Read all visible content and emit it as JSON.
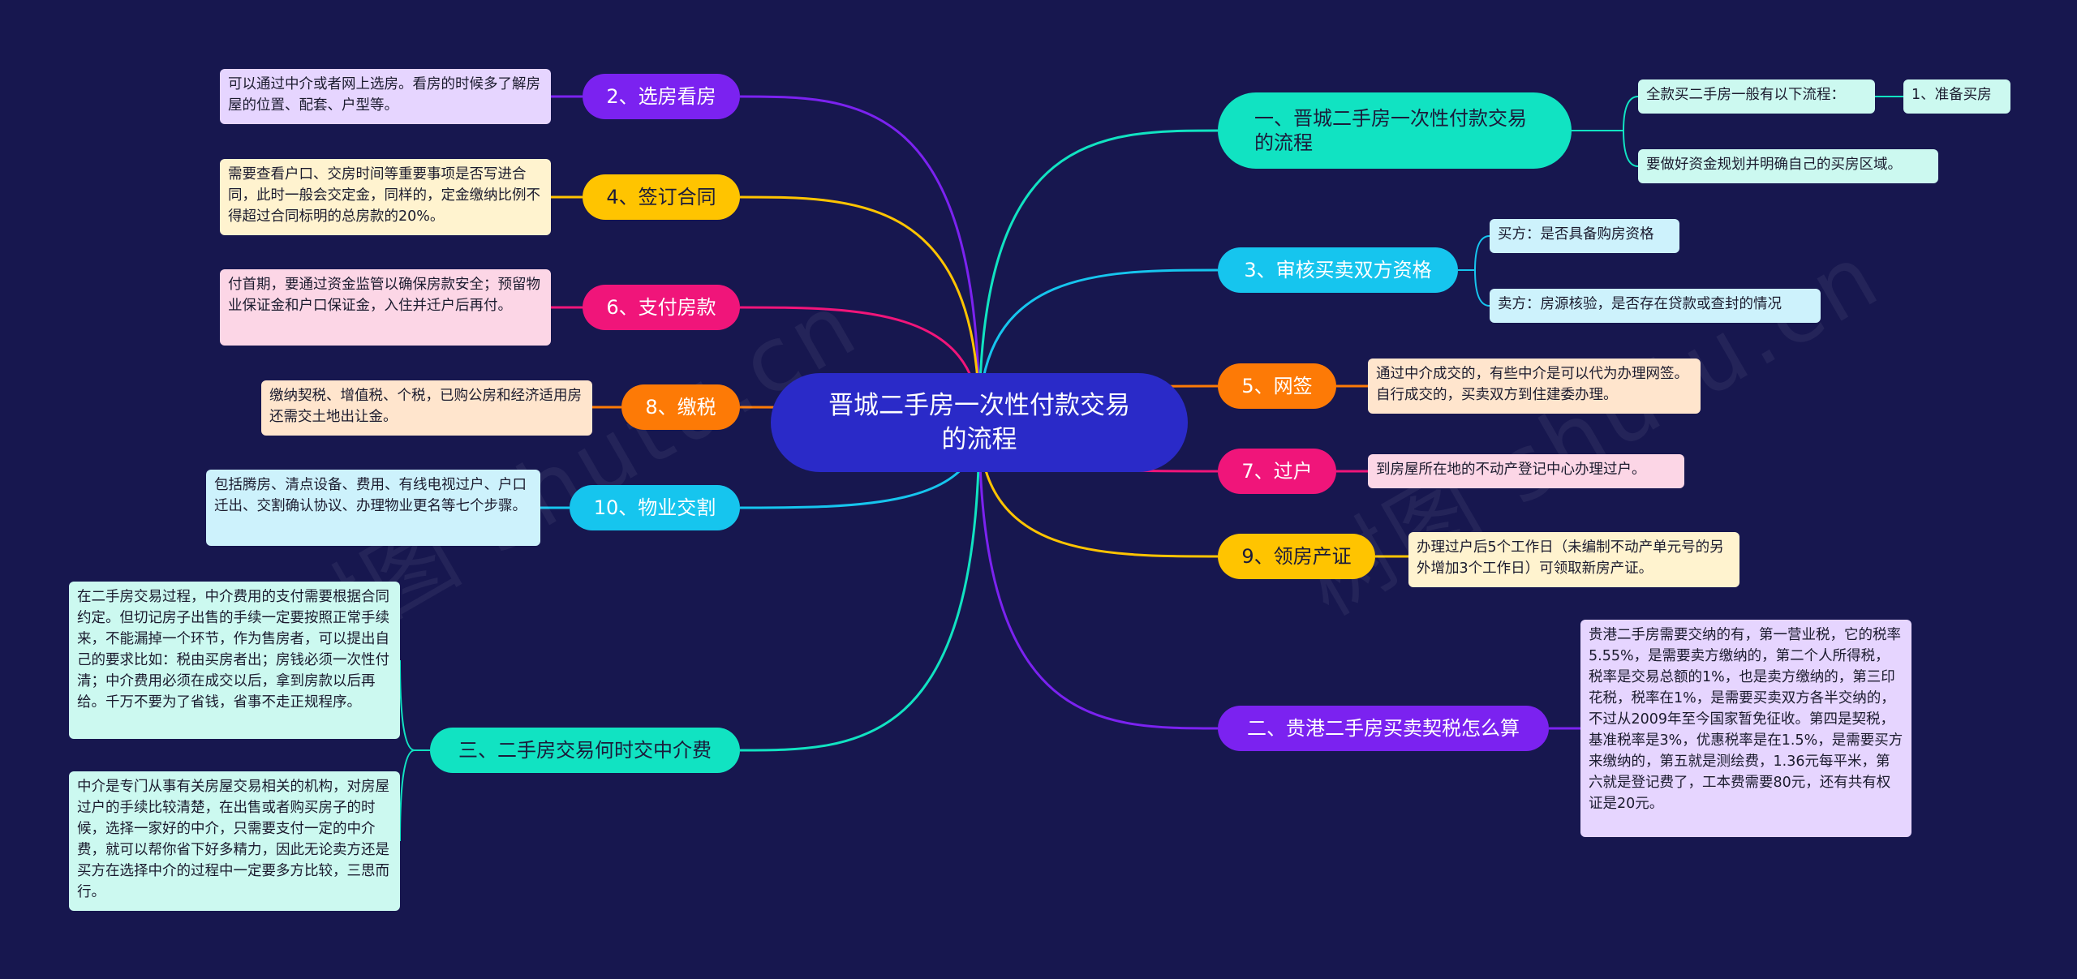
{
  "root": {
    "title": "晋城二手房一次性付款交易的流程"
  },
  "watermark": "树图 shutu.cn",
  "colors": {
    "background": "#17174f",
    "root": "#2a2ac8",
    "purple": "#7b22f0",
    "yellow": "#ffc400",
    "pink": "#f0157a",
    "orange": "#fd7a06",
    "cyan": "#16c5ee",
    "teal": "#11e3c2"
  },
  "left": [
    {
      "label": "2、选房看房",
      "color": "#7b22f0",
      "note_bg": "#e6d5ff",
      "notes": [
        "可以通过中介或者网上选房。看房的时候多了解房屋的位置、配套、户型等。"
      ]
    },
    {
      "label": "4、签订合同",
      "color": "#ffc400",
      "note_bg": "#fff3cf",
      "notes": [
        "需要查看户口、交房时间等重要事项是否写进合同，此时一般会交定金，同样的，定金缴纳比例不得超过合同标明的总房款的20%。"
      ]
    },
    {
      "label": "6、支付房款",
      "color": "#f0157a",
      "note_bg": "#fcd6e6",
      "notes": [
        "付首期，要通过资金监管以确保房款安全；预留物业保证金和户口保证金，入住并迁户后再付。"
      ]
    },
    {
      "label": "8、缴税",
      "color": "#fd7a06",
      "note_bg": "#ffe5cd",
      "notes": [
        "缴纳契税、增值税、个税，已购公房和经济适用房还需交土地出让金。"
      ]
    },
    {
      "label": "10、物业交割",
      "color": "#16c5ee",
      "note_bg": "#cdf2fc",
      "notes": [
        "包括腾房、清点设备、费用、有线电视过户、户口迁出、交割确认协议、办理物业更名等七个步骤。"
      ]
    },
    {
      "label": "三、二手房交易何时交中介费",
      "color": "#11e3c2",
      "note_bg": "#ccf9f0",
      "notes": [
        "在二手房交易过程，中介费用的支付需要根据合同约定。但切记房子出售的手续一定要按照正常手续来，不能漏掉一个环节，作为售房者，可以提出自己的要求比如：税由买房者出；房钱必须一次性付清；中介费用必须在成交以后，拿到房款以后再给。千万不要为了省钱，省事不走正规程序。",
        "中介是专门从事有关房屋交易相关的机构，对房屋过户的手续比较清楚，在出售或者购买房子的时候，选择一家好的中介，只需要支付一定的中介费，就可以帮你省下好多精力，因此无论卖方还是买方在选择中介的过程中一定要多方比较，三思而行。"
      ]
    }
  ],
  "right": [
    {
      "label": "一、晋城二手房一次性付款交易的流程",
      "color": "#11e3c2",
      "note_bg": "#ccf9f0",
      "notes": [
        "全款买二手房一般有以下流程：",
        "要做好资金规划并明确自己的买房区域。"
      ],
      "sub": "1、准备买房"
    },
    {
      "label": "3、审核买卖双方资格",
      "color": "#16c5ee",
      "note_bg": "#cdf2fc",
      "notes": [
        "买方：是否具备购房资格",
        "卖方：房源核验，是否存在贷款或查封的情况"
      ]
    },
    {
      "label": "5、网签",
      "color": "#fd7a06",
      "note_bg": "#ffe5cd",
      "notes": [
        "通过中介成交的，有些中介是可以代为办理网签。自行成交的，买卖双方到住建委办理。"
      ]
    },
    {
      "label": "7、过户",
      "color": "#f0157a",
      "note_bg": "#fcd6e6",
      "notes": [
        "到房屋所在地的不动产登记中心办理过户。"
      ]
    },
    {
      "label": "9、领房产证",
      "color": "#ffc400",
      "note_bg": "#fff3cf",
      "notes": [
        "办理过户后5个工作日（未编制不动产单元号的另外增加3个工作日）可领取新房产证。"
      ]
    },
    {
      "label": "二、贵港二手房买卖契税怎么算",
      "color": "#7b22f0",
      "note_bg": "#e6d5ff",
      "notes": [
        "贵港二手房需要交纳的有，第一营业税，它的税率5.55%，是需要卖方缴纳的，第二个人所得税，税率是交易总额的1%，也是卖方缴纳的，第三印花税，税率在1%，是需要买卖双方各半交纳的，不过从2009年至今国家暂免征收。第四是契税，基准税率是3%，优惠税率是在1.5%，是需要买方来缴纳的，第五就是测绘费，1.36元每平米，第六就是登记费了，工本费需要80元，还有共有权证是20元。"
      ]
    }
  ]
}
